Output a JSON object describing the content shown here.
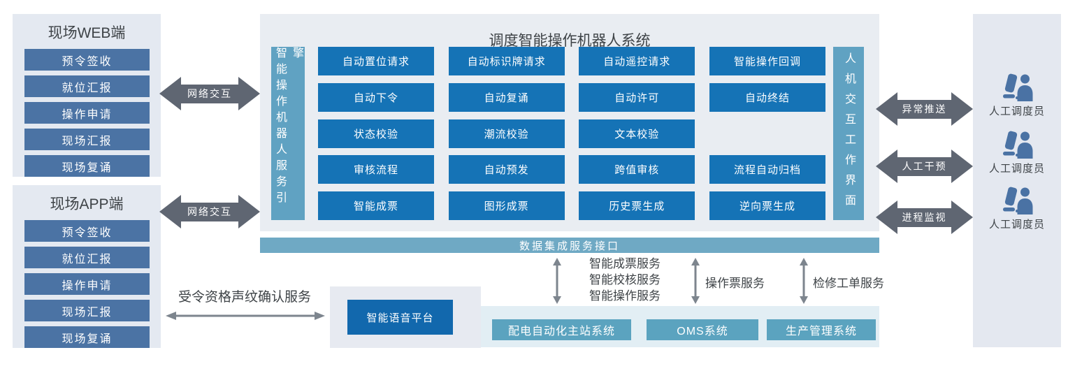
{
  "colors": {
    "panel_bg": "#e4e9f1",
    "main_panel_bg": "#e9edf2",
    "steel_blue_button": "#4b73a4",
    "azure_button": "#1573b6",
    "teal_bar": "#60a2c2",
    "data_bus_bar": "#6fa9c4",
    "system_button": "#5ba3bf",
    "fat_arrow": "#5f6672",
    "thin_arrow": "#7d858e",
    "dark_text": "#3e4347"
  },
  "web_panel": {
    "title": "现场WEB端",
    "items": [
      "预令签收",
      "就位汇报",
      "操作申请",
      "现场汇报",
      "现场复诵"
    ]
  },
  "app_panel": {
    "title": "现场APP端",
    "items": [
      "预令签收",
      "就位汇报",
      "操作申请",
      "现场汇报",
      "现场复诵"
    ]
  },
  "network_links": [
    "网络交互",
    "网络交互"
  ],
  "main_system": {
    "title": "调度智能操作机器人系统",
    "engine_bar": "智能操作机器人服务引擎",
    "hmi_bar": "人机交互工作界面",
    "grid": [
      [
        "自动置位请求",
        "自动标识牌请求",
        "自动遥控请求",
        "智能操作回调"
      ],
      [
        "自动下令",
        "自动复诵",
        "自动许可",
        "自动终结"
      ],
      [
        "状态校验",
        "潮流校验",
        "文本校验",
        null
      ],
      [
        "审核流程",
        "自动预发",
        "跨值审核",
        "流程自动归档"
      ],
      [
        "智能成票",
        "图形成票",
        "历史票生成",
        "逆向票生成"
      ]
    ]
  },
  "data_bus": {
    "label": "数据集成服务接口"
  },
  "service_links": [
    {
      "lines": [
        "智能成票服务",
        "智能校核服务",
        "智能操作服务"
      ]
    },
    {
      "lines": [
        "操作票服务"
      ]
    },
    {
      "lines": [
        "检修工单服务"
      ]
    }
  ],
  "systems_panel": {
    "items": [
      "配电自动化主站系统",
      "OMS系统",
      "生产管理系统"
    ]
  },
  "voice": {
    "service_label": "受令资格声纹确认服务",
    "platform_label": "智能语音平台"
  },
  "right_links": [
    {
      "label": "异常推送"
    },
    {
      "label": "人工干预"
    },
    {
      "label": "进程监视"
    }
  ],
  "dispatchers": [
    {
      "label": "人工调度员"
    },
    {
      "label": "人工调度员"
    },
    {
      "label": "人工调度员"
    }
  ]
}
